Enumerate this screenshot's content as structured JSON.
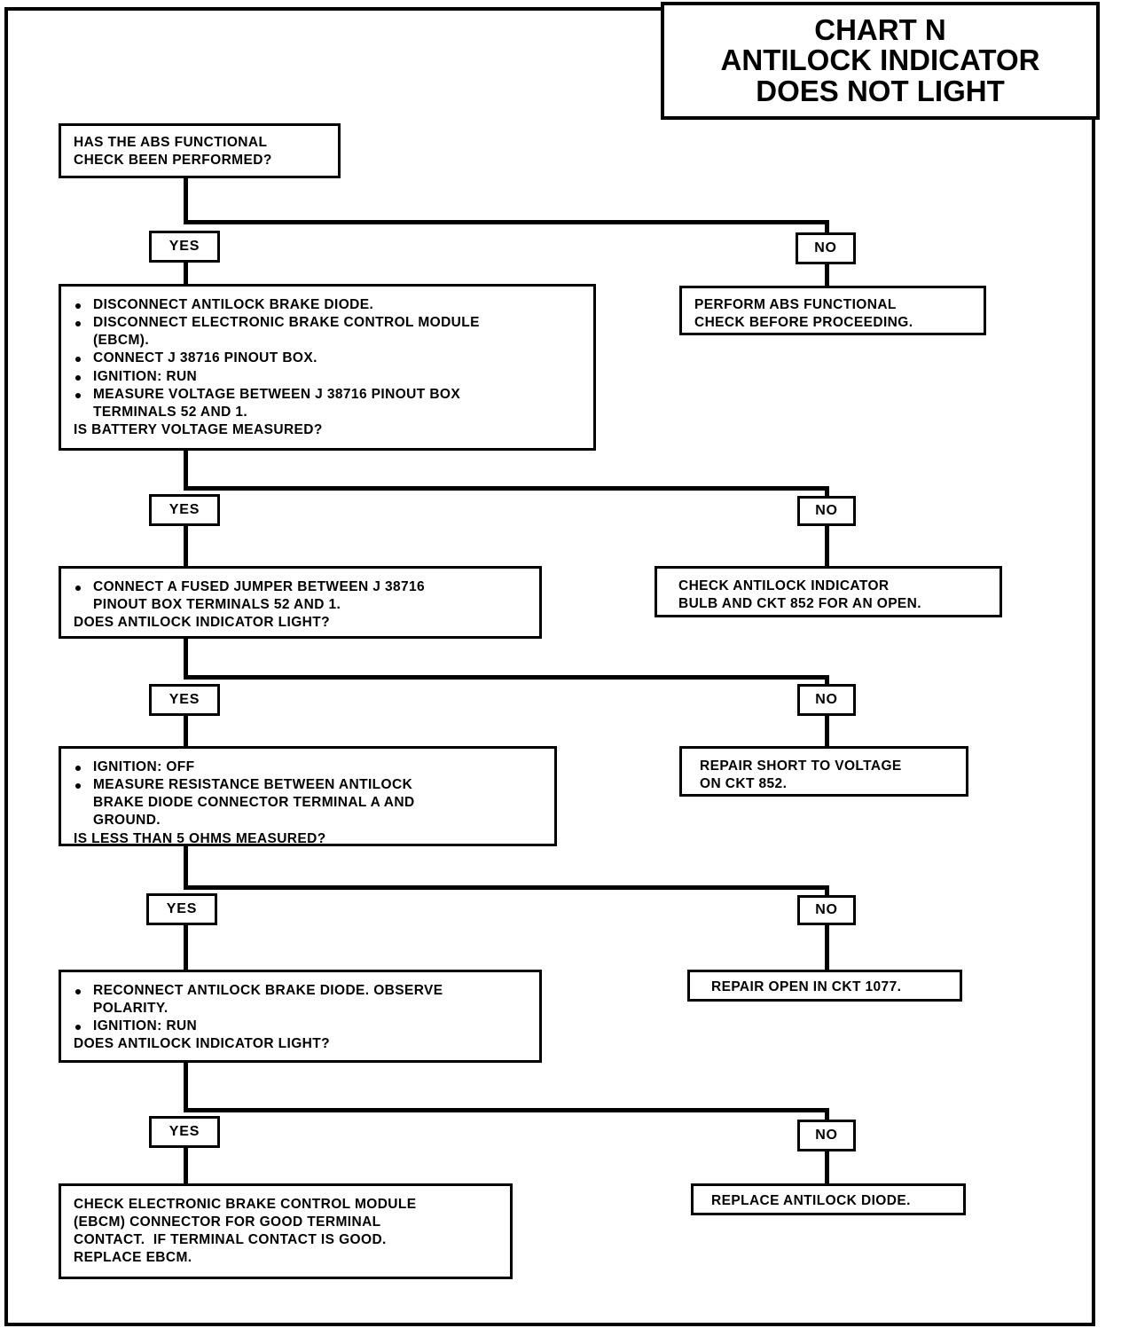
{
  "title": {
    "line1": "CHART N",
    "line2": "ANTILOCK INDICATOR",
    "line3": "DOES NOT LIGHT"
  },
  "labels": {
    "yes": "YES",
    "no": "NO"
  },
  "nodes": {
    "q1": {
      "l1": "HAS THE ABS FUNCTIONAL",
      "l2": "CHECK BEEN PERFORMED?"
    },
    "n1_no": {
      "l1": "PERFORM ABS FUNCTIONAL",
      "l2": "CHECK BEFORE PROCEEDING."
    },
    "q2": {
      "b1": "DISCONNECT ANTILOCK BRAKE DIODE.",
      "b2a": "DISCONNECT ELECTRONIC BRAKE CONTROL MODULE",
      "b2b": "(EBCM).",
      "b3": "CONNECT J 38716 PINOUT BOX.",
      "b4": "IGNITION: RUN",
      "b5a": "MEASURE VOLTAGE BETWEEN J 38716 PINOUT BOX",
      "b5b": "TERMINALS 52 AND 1.",
      "q": "IS BATTERY VOLTAGE MEASURED?"
    },
    "n2_no": {
      "l1": "CHECK ANTILOCK INDICATOR",
      "l2": "BULB AND CKT 852 FOR AN OPEN."
    },
    "q3": {
      "b1a": "CONNECT A FUSED JUMPER BETWEEN J 38716",
      "b1b": "PINOUT BOX TERMINALS 52 AND 1.",
      "q": "DOES ANTILOCK INDICATOR LIGHT?"
    },
    "n3_no": {
      "l1": "REPAIR SHORT TO VOLTAGE",
      "l2": "ON CKT 852."
    },
    "q4": {
      "b1": "IGNITION: OFF",
      "b2a": "MEASURE RESISTANCE BETWEEN ANTILOCK",
      "b2b": "BRAKE DIODE CONNECTOR TERMINAL A AND",
      "b2c": "GROUND.",
      "q": "IS LESS THAN 5 OHMS MEASURED?"
    },
    "n4_no": {
      "l1": "REPAIR OPEN IN CKT 1077."
    },
    "q5": {
      "b1a": "RECONNECT ANTILOCK BRAKE DIODE. OBSERVE",
      "b1b": "POLARITY.",
      "b2": "IGNITION: RUN",
      "q": "DOES ANTILOCK INDICATOR LIGHT?"
    },
    "n5_no": {
      "l1": "REPLACE ANTILOCK DIODE."
    },
    "n5_yes": {
      "l1": "CHECK ELECTRONIC BRAKE CONTROL MODULE",
      "l2": "(EBCM) CONNECTOR FOR GOOD TERMINAL",
      "l3": "CONTACT.  IF TERMINAL CONTACT IS GOOD.",
      "l4": "REPLACE EBCM."
    }
  }
}
